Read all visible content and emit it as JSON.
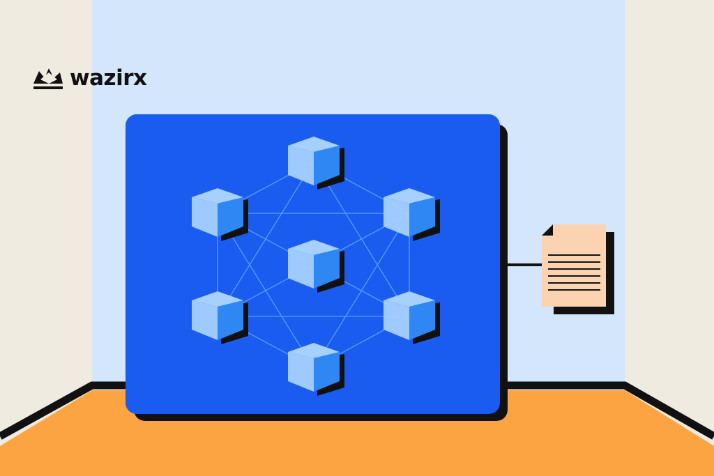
{
  "brand": {
    "name": "wazirx",
    "logo_icon": "crown-logo-icon"
  },
  "illustration": {
    "subject": "blockchain-network",
    "node_icon": "cube-icon",
    "node_count": 7,
    "document_icon": "document-icon"
  },
  "colors": {
    "background_side": "#efebe0",
    "back_wall": "#d3e6fb",
    "floor": "#fca441",
    "panel": "#1a5cf0",
    "cube_light": "#a6d0fe",
    "cube_dark": "#2f87f3",
    "document": "#fbd3b0",
    "outline": "#111111"
  }
}
